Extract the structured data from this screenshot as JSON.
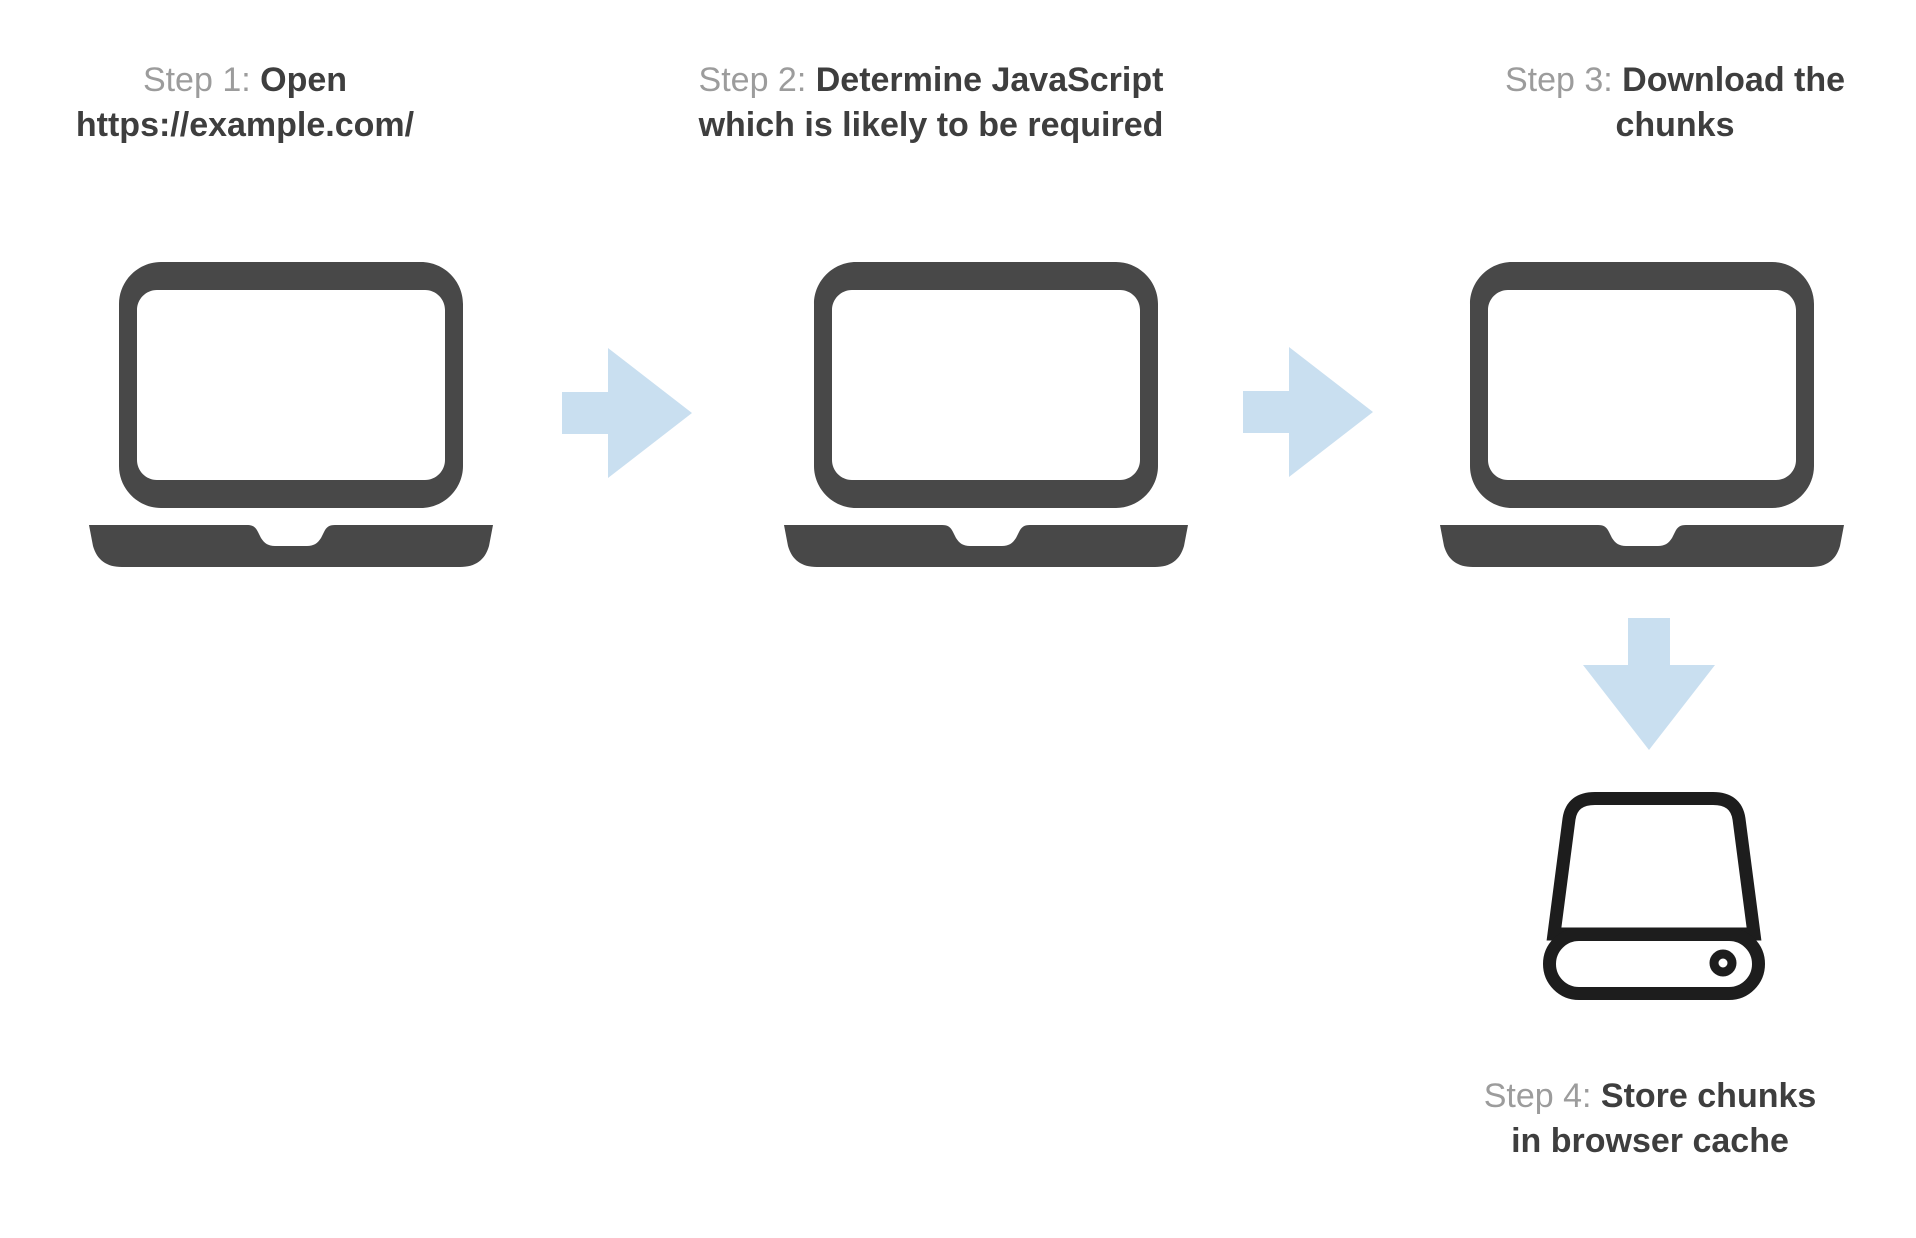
{
  "colors": {
    "laptop": "#484848",
    "drive": "#1d1d1d",
    "arrow": "#c9dff0",
    "muted": "#9c9c9c",
    "strong": "#3e3e3e",
    "bg": "#ffffff"
  },
  "steps": [
    {
      "label": "Step 1:",
      "title": "Open https://example.com/",
      "icon": "laptop-icon",
      "lines": [
        [
          {
            "t": "Step 1: ",
            "style": "muted"
          },
          {
            "t": "Open",
            "style": "strong"
          }
        ],
        [
          {
            "t": "https://example.com/",
            "style": "strong"
          }
        ]
      ]
    },
    {
      "label": "Step 2:",
      "title": "Determine JavaScript which is likely to be required",
      "icon": "laptop-icon",
      "lines": [
        [
          {
            "t": "Step 2: ",
            "style": "muted"
          },
          {
            "t": "Determine JavaScript",
            "style": "strong"
          }
        ],
        [
          {
            "t": "which is likely to be required",
            "style": "strong"
          }
        ]
      ]
    },
    {
      "label": "Step 3:",
      "title": "Download the chunks",
      "icon": "laptop-icon",
      "lines": [
        [
          {
            "t": "Step 3: ",
            "style": "muted"
          },
          {
            "t": "Download the",
            "style": "strong"
          }
        ],
        [
          {
            "t": "chunks",
            "style": "strong"
          }
        ]
      ]
    },
    {
      "label": "Step 4:",
      "title": "Store chunks in browser cache",
      "icon": "hard-drive-icon",
      "lines": [
        [
          {
            "t": "Step 4: ",
            "style": "muted"
          },
          {
            "t": "Store chunks",
            "style": "strong"
          }
        ],
        [
          {
            "t": "in browser cache",
            "style": "strong"
          }
        ]
      ]
    }
  ],
  "arrows": [
    {
      "name": "arrow-step1-step2",
      "direction": "right"
    },
    {
      "name": "arrow-step2-step3",
      "direction": "right"
    },
    {
      "name": "arrow-step3-step4",
      "direction": "down"
    }
  ]
}
